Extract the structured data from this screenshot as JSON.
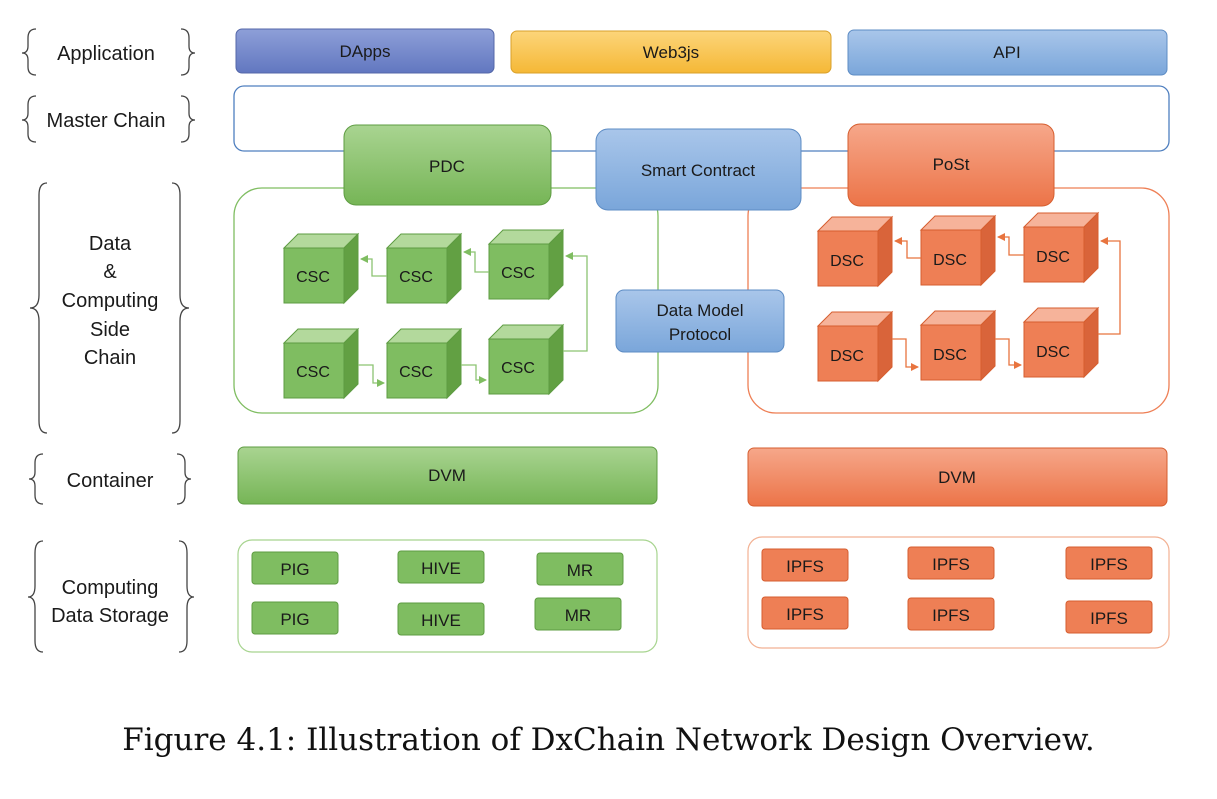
{
  "layers": {
    "application": "Application",
    "master_chain": "Master Chain",
    "side_chain": [
      "Data",
      "&",
      "Computing",
      "Side",
      "Chain"
    ],
    "container": "Container",
    "storage": [
      "Computing",
      "Data Storage"
    ]
  },
  "application": {
    "dapps": "DApps",
    "web3js": "Web3js",
    "api": "API"
  },
  "center": {
    "pdc": "PDC",
    "smart_contract": "Smart Contract",
    "post": "PoSt",
    "dmp": [
      "Data Model",
      "Protocol"
    ]
  },
  "left_chain": {
    "cube": "CSC"
  },
  "right_chain": {
    "cube": "DSC"
  },
  "container": {
    "left": "DVM",
    "right": "DVM"
  },
  "storage_left": [
    "PIG",
    "HIVE",
    "MR",
    "PIG",
    "HIVE",
    "MR"
  ],
  "storage_right": [
    "IPFS",
    "IPFS",
    "IPFS",
    "IPFS",
    "IPFS",
    "IPFS"
  ],
  "caption": "Figure 4.1: Illustration of DxChain Network Design Overview.",
  "colors": {
    "green": "#7fbd61",
    "orange": "#ee7f55",
    "blue": "#7aa8dc",
    "purple": "#6f84c9",
    "yellow": "#f8c24a"
  }
}
